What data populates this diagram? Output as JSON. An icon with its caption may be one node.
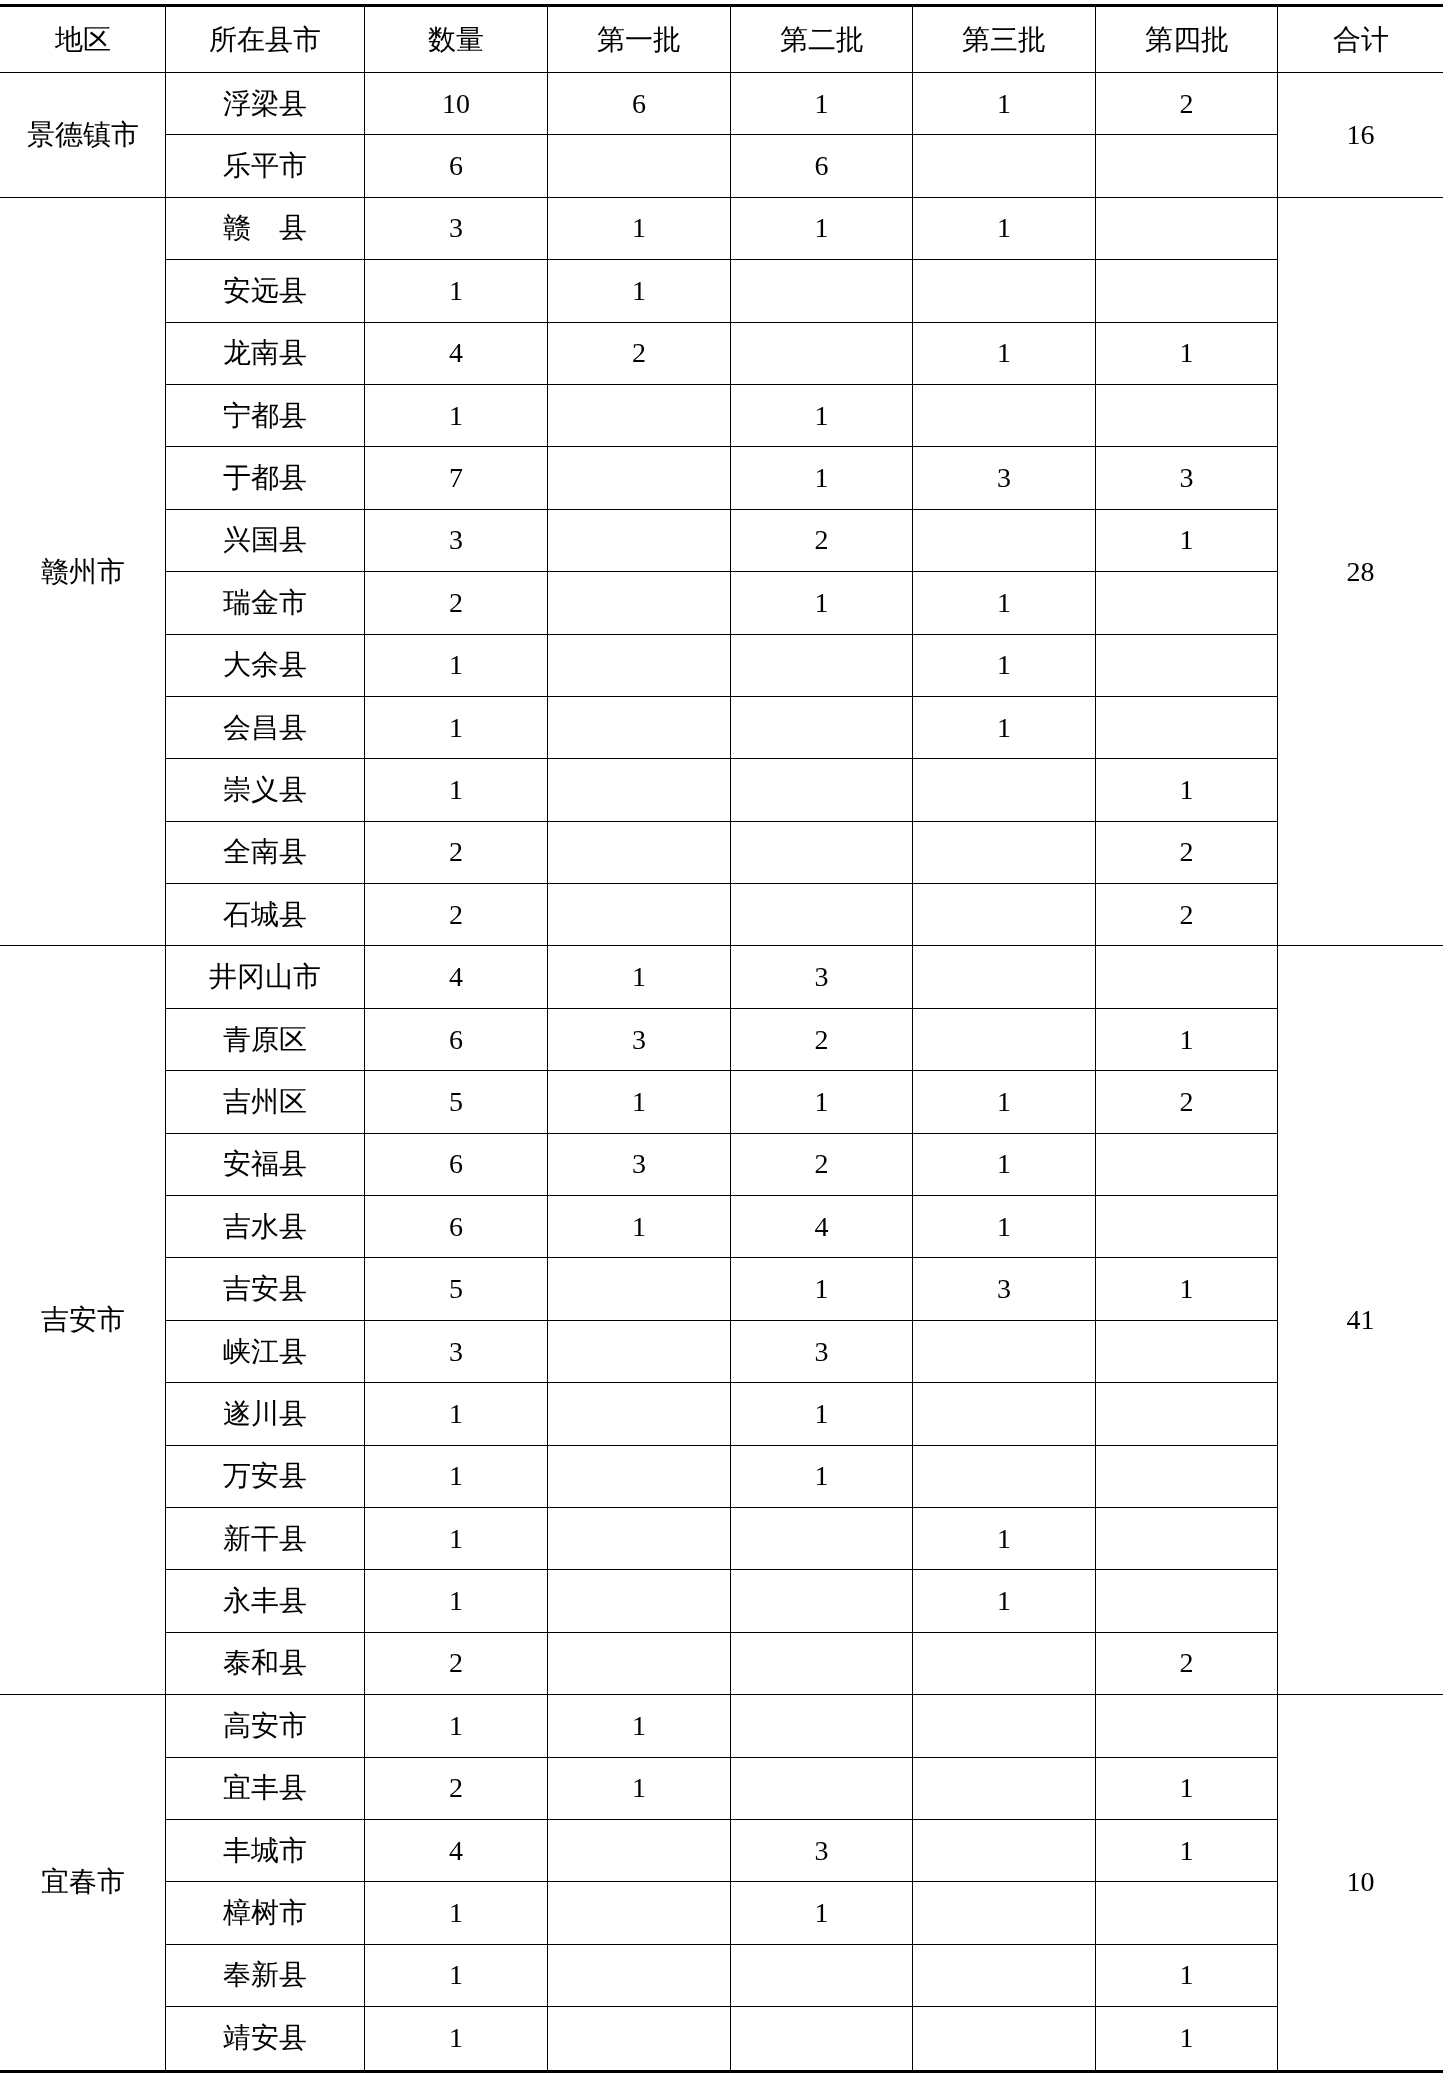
{
  "diagram": {
    "labels": [
      "地区",
      "所在县市",
      "数量",
      "第一批",
      "第二批",
      "第三批",
      "第四批",
      "合计",
      "景德镇市",
      "浮梁县",
      "10",
      "6",
      "1",
      "1",
      "2",
      "16",
      "乐平市",
      "6",
      "6",
      "赣州市",
      "赣　县",
      "3",
      "1",
      "1",
      "1",
      "28",
      "安远县",
      "1",
      "1",
      "龙南县",
      "4",
      "2",
      "1",
      "1",
      "宁都县",
      "1",
      "1",
      "于都县",
      "7",
      "1",
      "3",
      "3",
      "兴国县",
      "3",
      "2",
      "1",
      "瑞金市",
      "2",
      "1",
      "1",
      "大余县",
      "1",
      "1",
      "会昌县",
      "1",
      "1",
      "崇义县",
      "1",
      "1",
      "全南县",
      "2",
      "2",
      "石城县",
      "2",
      "2",
      "吉安市",
      "井冈山市",
      "4",
      "1",
      "3",
      "41",
      "青原区",
      "6",
      "3",
      "2",
      "1",
      "吉州区",
      "5",
      "1",
      "1",
      "1",
      "2",
      "安福县",
      "6",
      "3",
      "2",
      "1",
      "吉水县",
      "6",
      "1",
      "4",
      "1",
      "吉安县",
      "5",
      "1",
      "3",
      "1",
      "峡江县",
      "3",
      "3",
      "遂川县",
      "1",
      "1",
      "万安县",
      "1",
      "1",
      "新干县",
      "1",
      "1",
      "永丰县",
      "1",
      "1",
      "泰和县",
      "2",
      "2",
      "宜春市",
      "高安市",
      "1",
      "1",
      "10",
      "宜丰县",
      "2",
      "1",
      "1",
      "丰城市",
      "4",
      "3",
      "1",
      "樟树市",
      "1",
      "1",
      "奉新县",
      "1",
      "1",
      "靖安县",
      "1",
      "1"
    ]
  }
}
